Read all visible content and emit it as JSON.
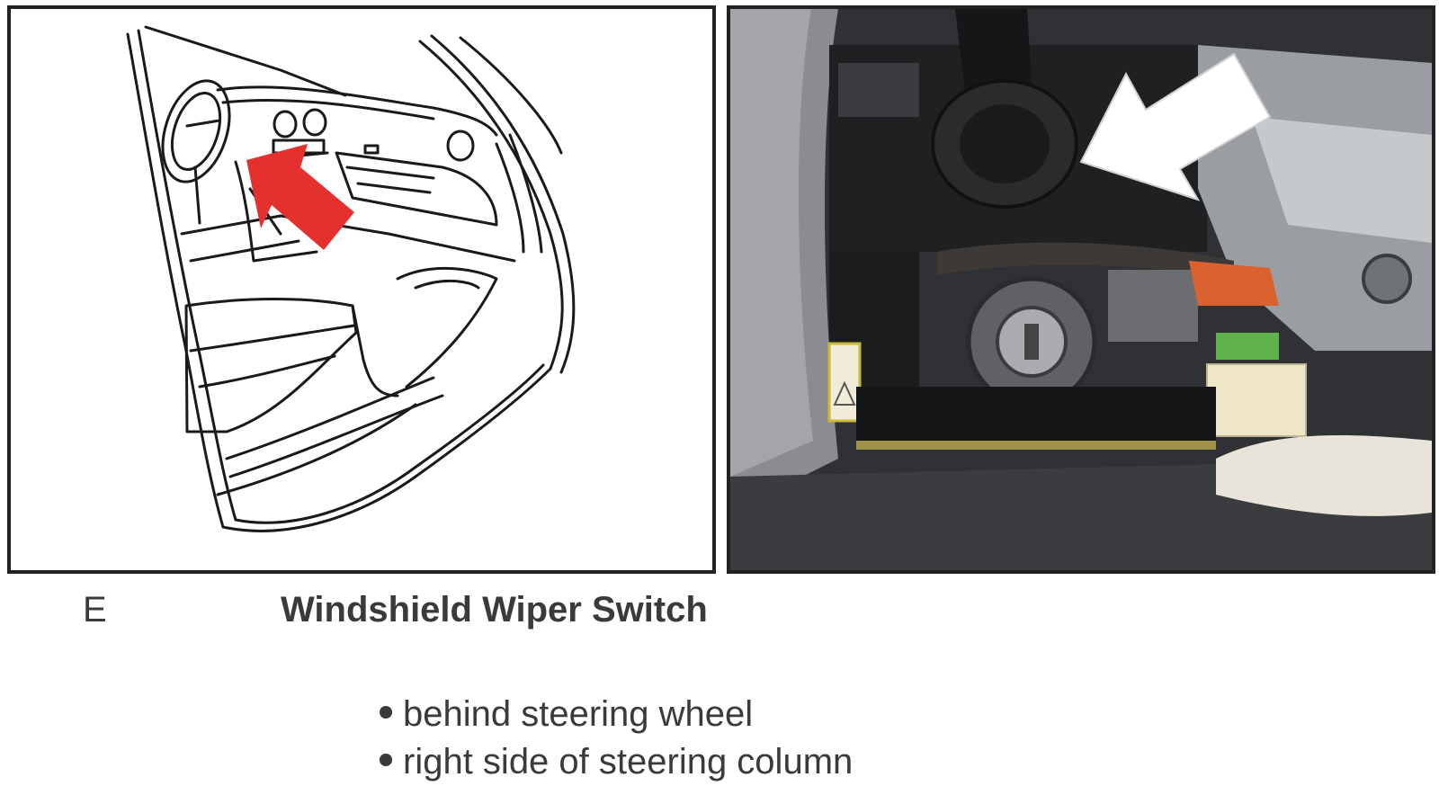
{
  "section": {
    "letter": "E",
    "title": "Windshield Wiper Switch"
  },
  "locations": [
    "behind steering wheel",
    "right side of steering column"
  ],
  "illustration": {
    "arrow_color": "#e5312d",
    "line_color": "#1a1a1a"
  },
  "photo": {
    "arrow_color": "#ffffff",
    "connector_color": "#d9622f",
    "tag_color": "#efe6c8"
  }
}
